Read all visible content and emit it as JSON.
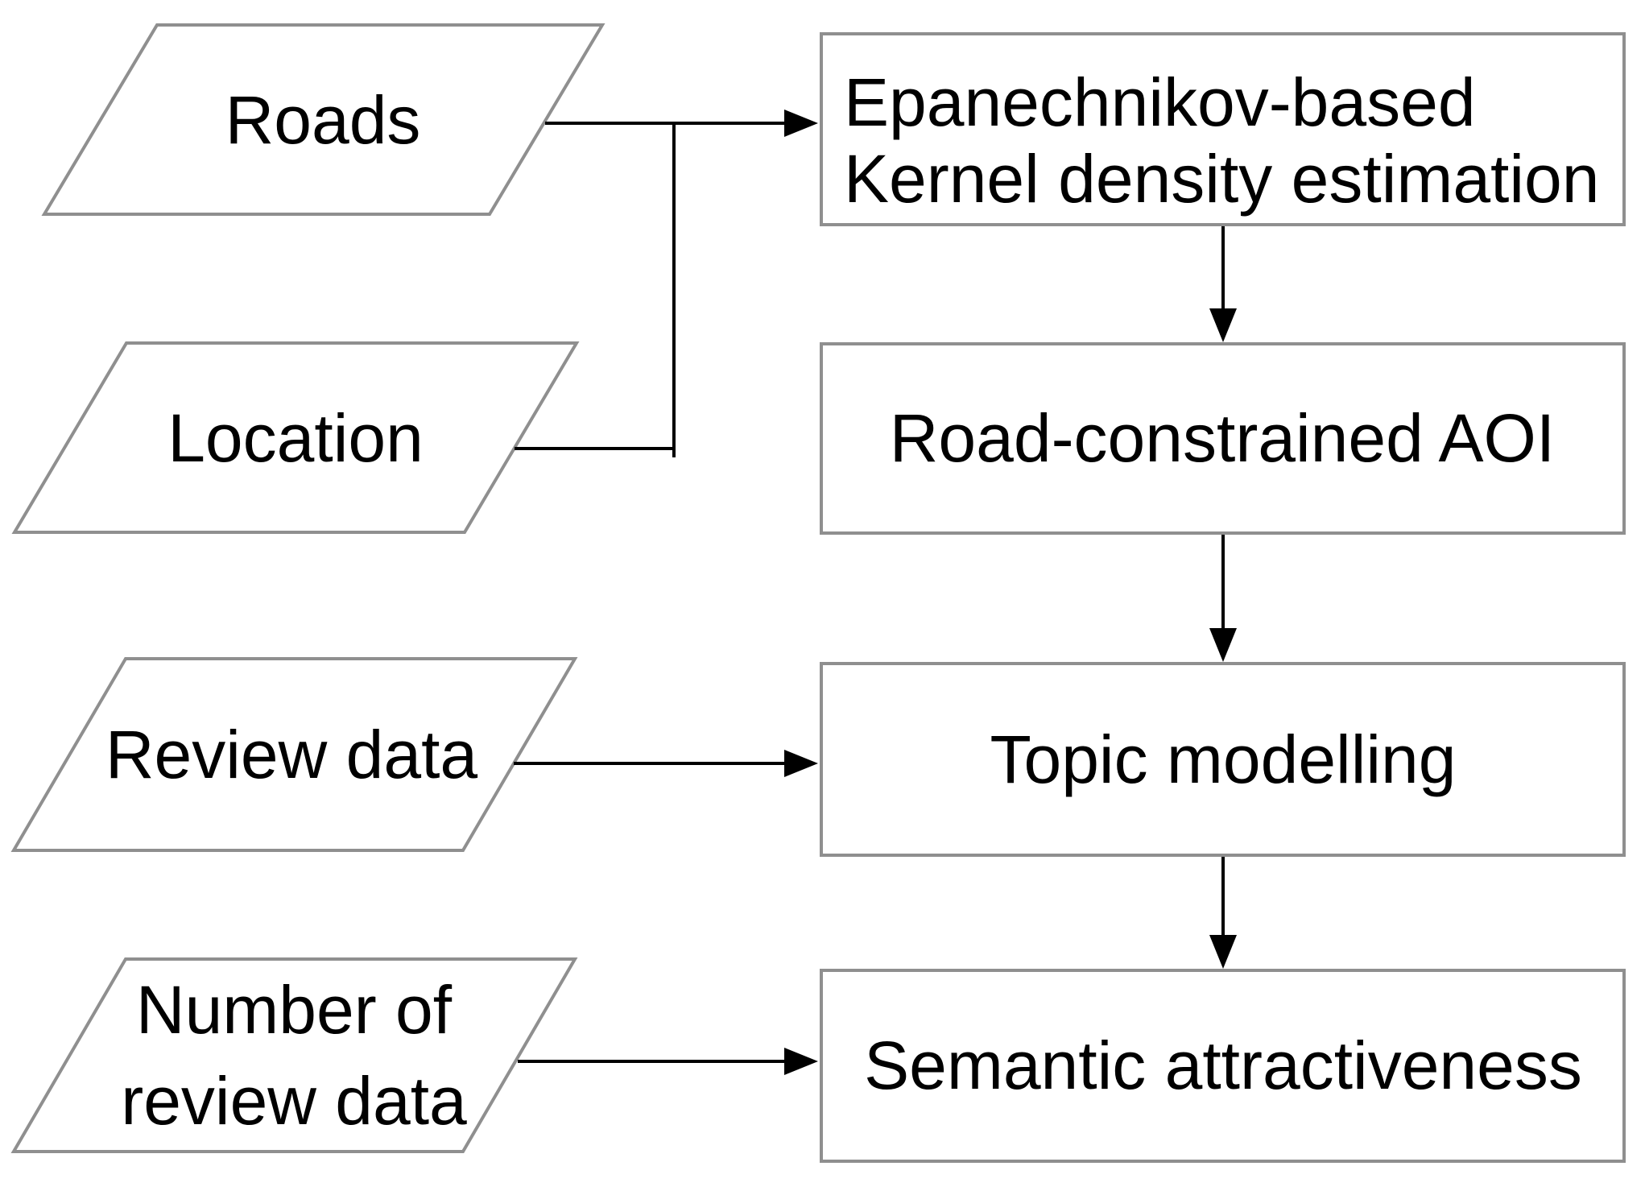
{
  "diagram": {
    "type": "flowchart",
    "background_color": "#ffffff",
    "colors": {
      "node_border": "#8f8f8f",
      "node_fill": "#ffffff",
      "connector": "#000000",
      "label_text": "#000000"
    },
    "input_nodes": [
      {
        "id": "roads",
        "shape": "parallelogram",
        "label": "Roads"
      },
      {
        "id": "location",
        "shape": "parallelogram",
        "label": "Location"
      },
      {
        "id": "review_data",
        "shape": "parallelogram",
        "label": "Review data"
      },
      {
        "id": "number_of_review_data",
        "shape": "parallelogram",
        "label": "Number of review data",
        "line1": "Number of",
        "line2": "review data"
      }
    ],
    "process_nodes": [
      {
        "id": "kernel_density_estimation",
        "shape": "rectangle",
        "label": "Epanechnikov-based Kernel density estimation",
        "line1": "Epanechnikov-based",
        "line2": "Kernel density estimation"
      },
      {
        "id": "road_constrained_aoi",
        "shape": "rectangle",
        "label": "Road-constrained AOI"
      },
      {
        "id": "topic_modelling",
        "shape": "rectangle",
        "label": "Topic modelling"
      },
      {
        "id": "semantic_attractiveness",
        "shape": "rectangle",
        "label": "Semantic attractiveness"
      }
    ],
    "edges": [
      {
        "from": "roads",
        "to": "kernel_density_estimation",
        "style": "arrow"
      },
      {
        "from": "location",
        "to": "kernel_density_estimation",
        "style": "merges-into-roads-arrow"
      },
      {
        "from": "kernel_density_estimation",
        "to": "road_constrained_aoi",
        "style": "arrow"
      },
      {
        "from": "road_constrained_aoi",
        "to": "topic_modelling",
        "style": "arrow"
      },
      {
        "from": "review_data",
        "to": "topic_modelling",
        "style": "arrow"
      },
      {
        "from": "topic_modelling",
        "to": "semantic_attractiveness",
        "style": "arrow"
      },
      {
        "from": "number_of_review_data",
        "to": "semantic_attractiveness",
        "style": "arrow"
      }
    ]
  }
}
